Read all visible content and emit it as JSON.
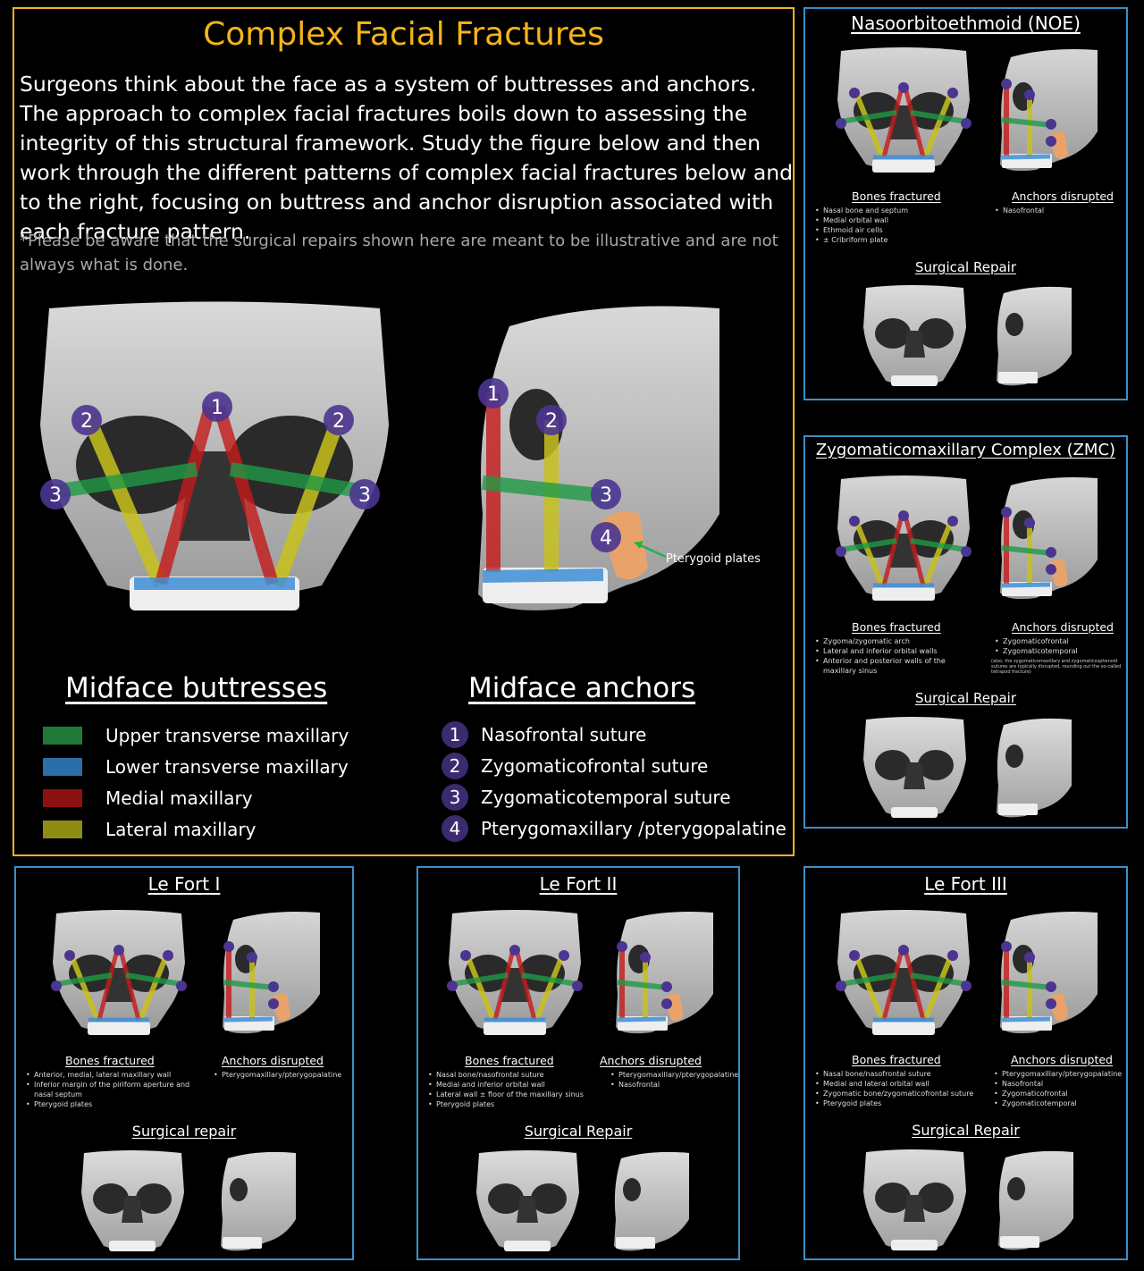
{
  "main": {
    "title": "Complex Facial Fractures",
    "intro": "Surgeons think about the face as a system of buttresses and anchors. The approach to complex facial fractures boils down to assessing the integrity of this structural framework. Study the figure below and then work through the different patterns of complex facial fractures below and to the right, focusing on buttress and anchor disruption associated with each fracture pattern.",
    "note": "*Please be aware that the surgical repairs shown here are meant to be illustrative and are not always what is done.",
    "pterygoid_label": "Pterygoid plates",
    "buttresses_heading": "Midface buttresses",
    "anchors_heading": "Midface anchors",
    "buttresses": [
      {
        "label": "Upper transverse maxillary",
        "color": "#1f7a3a"
      },
      {
        "label": "Lower transverse maxillary",
        "color": "#2a6fa8"
      },
      {
        "label": "Medial maxillary",
        "color": "#8c1010"
      },
      {
        "label": "Lateral maxillary",
        "color": "#8f8c12"
      }
    ],
    "anchors": [
      {
        "num": "1",
        "label": "Nasofrontal suture"
      },
      {
        "num": "2",
        "label": "Zygomaticofrontal suture"
      },
      {
        "num": "3",
        "label": "Zygomaticotemporal suture"
      },
      {
        "num": "4",
        "label": "Pterygomaxillary /pterygopalatine"
      }
    ]
  },
  "labels": {
    "bones": "Bones fractured",
    "anchors": "Anchors disrupted"
  },
  "noe": {
    "title": "Nasoorbitoethmoid (NOE)",
    "bones": [
      "Nasal bone and septum",
      "Medial orbital wall",
      "Ethmoid air cells",
      "± Cribriform plate"
    ],
    "anchors": [
      "Nasofrontal"
    ],
    "repair": "Surgical Repair"
  },
  "zmc": {
    "title": "Zygomaticomaxillary Complex (ZMC)",
    "bones": [
      "Zygoma/zygomatic arch",
      "Lateral and inferior orbital walls",
      "Anterior and posterior walls of the maxillary sinus"
    ],
    "anchors": [
      "Zygomaticofrontal",
      "Zygomaticotemporal"
    ],
    "footnote": "(also, the zygomaticomaxillary and zygomaticosphenoid sutures are typically disrupted, rounding out the so-called tetrapod fracture)",
    "repair": "Surgical Repair"
  },
  "lf1": {
    "title": "Le Fort I",
    "bones": [
      "Anterior, medial, lateral maxillary wall",
      "Inferior margin of the piriform aperture and nasal septum",
      "Pterygoid plates"
    ],
    "anchors": [
      "Pterygomaxillary/pterygopalatine"
    ],
    "repair": "Surgical repair"
  },
  "lf2": {
    "title": "Le Fort II",
    "bones": [
      "Nasal bone/nasofrontal suture",
      "Medial and inferior orbital wall",
      "Lateral wall ± floor of the maxillary sinus",
      "Pterygoid plates"
    ],
    "anchors": [
      "Pterygomaxillary/pterygopalatine",
      "Nasofrontal"
    ],
    "repair": "Surgical Repair"
  },
  "lf3": {
    "title": "Le Fort III",
    "bones": [
      "Nasal bone/nasofrontal suture",
      "Medial and lateral orbital wall",
      "Zygomatic bone/zygomaticofrontal suture",
      "Pterygoid plates"
    ],
    "anchors": [
      "Pterygomaxillary/pterygopalatine",
      "Nasofrontal",
      "Zygomaticofrontal",
      "Zygomaticotemporal"
    ],
    "repair": "Surgical Repair"
  }
}
